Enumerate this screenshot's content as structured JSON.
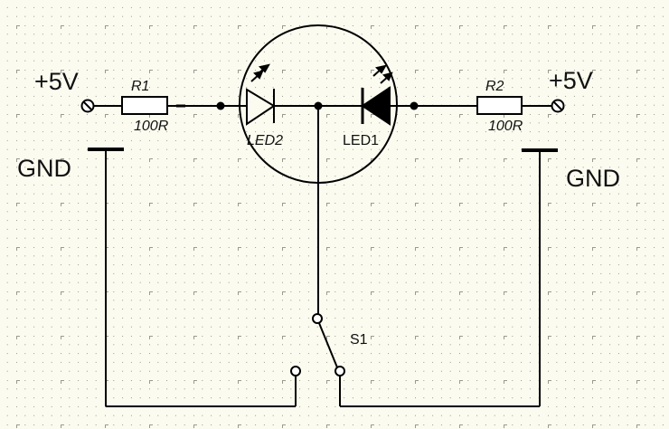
{
  "schematic": {
    "left_supply": "+5V",
    "right_supply": "+5V",
    "left_ground": "GND",
    "right_ground": "GND",
    "r1": {
      "name": "R1",
      "value": "100R"
    },
    "r2": {
      "name": "R2",
      "value": "100R"
    },
    "led2": {
      "name": "LED2"
    },
    "led1": {
      "name": "LED1"
    },
    "switch": {
      "name": "S1"
    }
  },
  "colors": {
    "background": "#fbfbf0",
    "ink": "#000000",
    "grid": "#9a9a90"
  }
}
